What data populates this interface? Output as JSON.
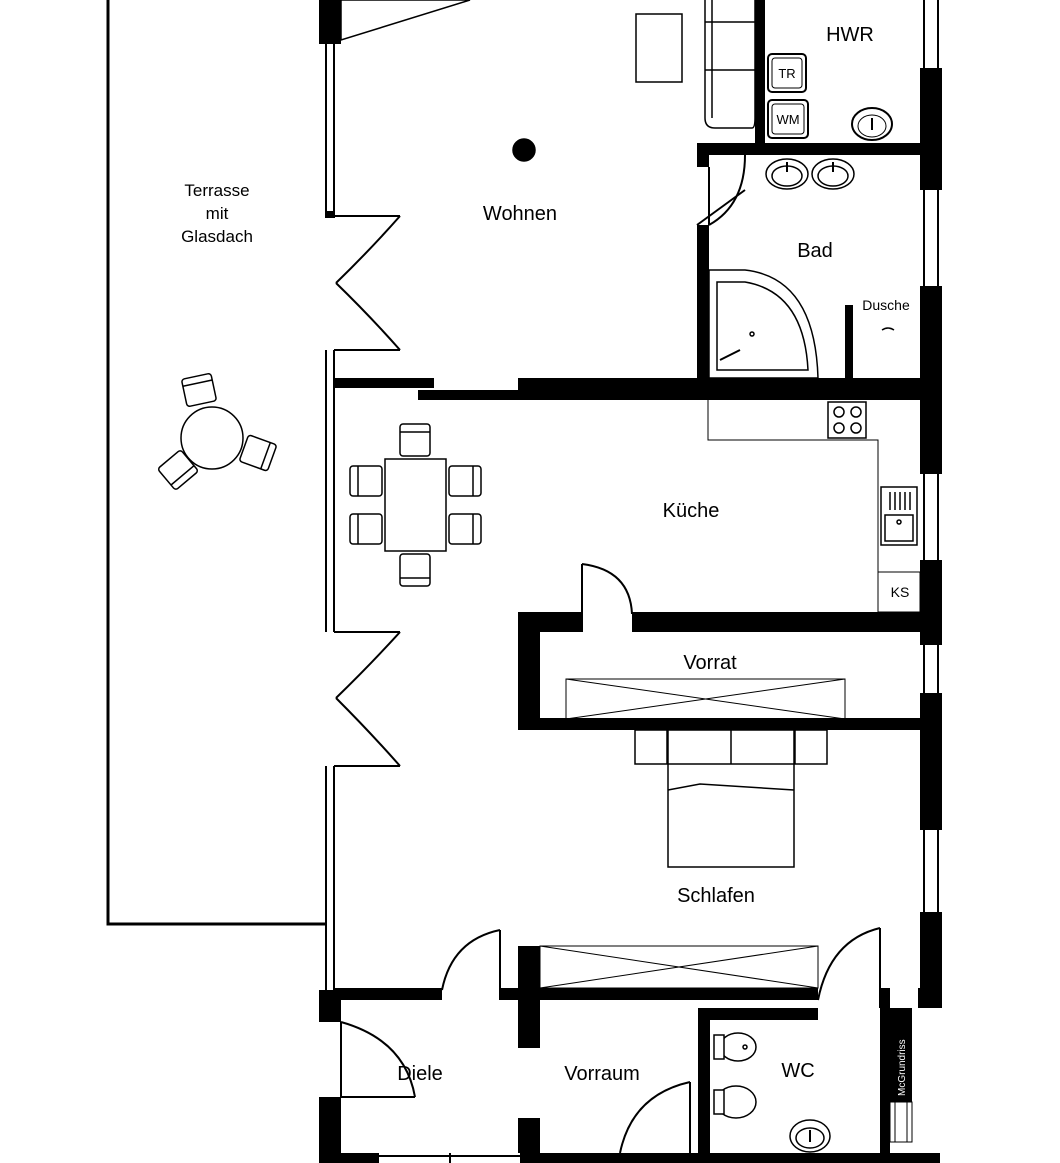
{
  "rooms": {
    "hwr": "HWR",
    "wohnen": "Wohnen",
    "terrasse": [
      "Terrasse",
      "mit",
      "Glasdach"
    ],
    "bad": "Bad",
    "dusche": "Dusche",
    "kueche": "Küche",
    "vorrat": "Vorrat",
    "schlafen": "Schlafen",
    "diele": "Diele",
    "vorraum": "Vorraum",
    "wc": "WC"
  },
  "fixtures": {
    "dryer": "TR",
    "washer": "WM",
    "fridge": "KS"
  },
  "watermark": "McGrundriss"
}
